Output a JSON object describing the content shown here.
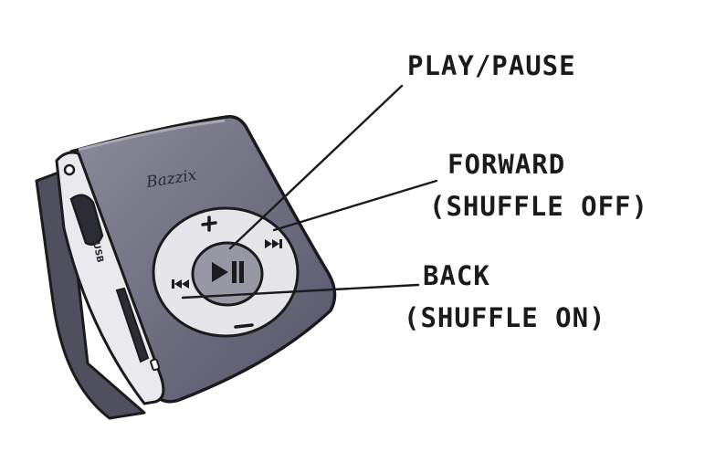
{
  "device": {
    "brand": "Bazzix",
    "port_label": "USB"
  },
  "annotations": {
    "play_pause": "PLAY/PAUSE",
    "forward_line1": "FORWARD",
    "forward_line2": "(SHUFFLE OFF)",
    "back_line1": "BACK",
    "back_line2": "(SHUFFLE ON)"
  },
  "colors": {
    "body": "#7b7b8c",
    "body_dark": "#4d4d5d",
    "wheel": "#e6e6ea",
    "center_button": "#9898a4",
    "ink": "#1b1b1d"
  },
  "icons": {
    "volume_up": "plus-icon",
    "volume_down": "minus-icon",
    "forward": "fast-forward-icon",
    "back": "rewind-icon",
    "play_pause": "play-pause-icon"
  }
}
